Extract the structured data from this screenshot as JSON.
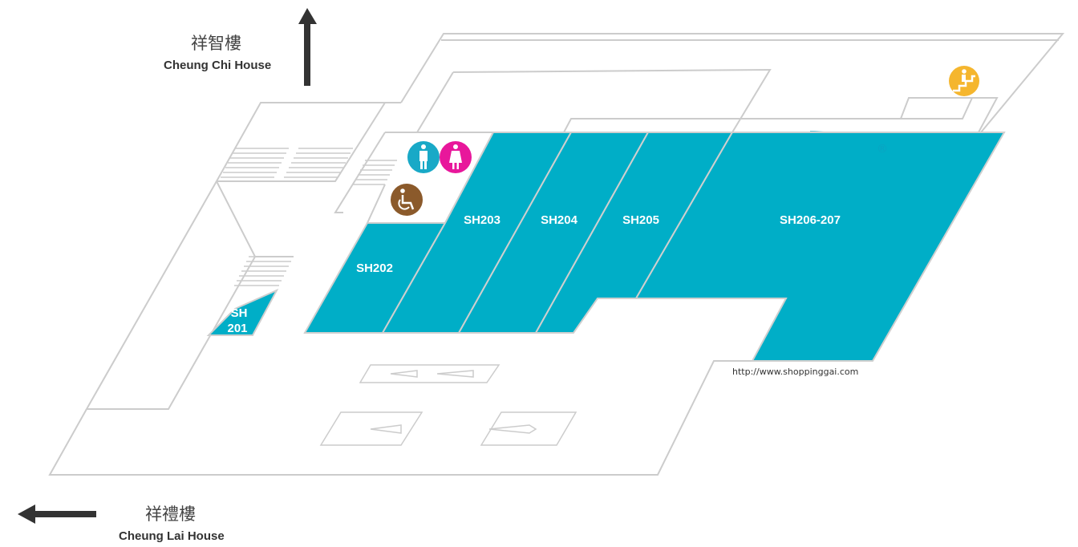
{
  "map": {
    "title": "Floor 2 Shop Directory",
    "colors": {
      "shop_fill": "#00aec7",
      "wall": "#cccccc",
      "male_toilet": "#19a9c7",
      "female_toilet": "#e8179b",
      "accessible": "#8b5a2b",
      "stairs": "#f5b62e",
      "arrow": "#333333"
    },
    "directions": [
      {
        "id": "north",
        "zh": "祥智樓",
        "en": "Cheung Chi House",
        "arrow": "up"
      },
      {
        "id": "west",
        "zh": "祥禮樓",
        "en": "Cheung Lai House",
        "arrow": "left"
      }
    ],
    "shops": [
      {
        "id": "SH201",
        "label_line1": "SH",
        "label_line2": "201"
      },
      {
        "id": "SH202",
        "label": "SH202"
      },
      {
        "id": "SH203",
        "label": "SH203"
      },
      {
        "id": "SH204",
        "label": "SH204"
      },
      {
        "id": "SH205",
        "label": "SH205"
      },
      {
        "id": "SH206-207",
        "label": "SH206-207"
      }
    ],
    "facilities": [
      {
        "id": "male-toilet",
        "icon": "male-toilet-icon"
      },
      {
        "id": "female-toilet",
        "icon": "female-toilet-icon"
      },
      {
        "id": "accessible-toilet",
        "icon": "wheelchair-icon"
      },
      {
        "id": "staircase",
        "icon": "stairs-icon"
      }
    ],
    "source_url": "http://www.shoppinggai.com",
    "watermark_registered": "®"
  }
}
